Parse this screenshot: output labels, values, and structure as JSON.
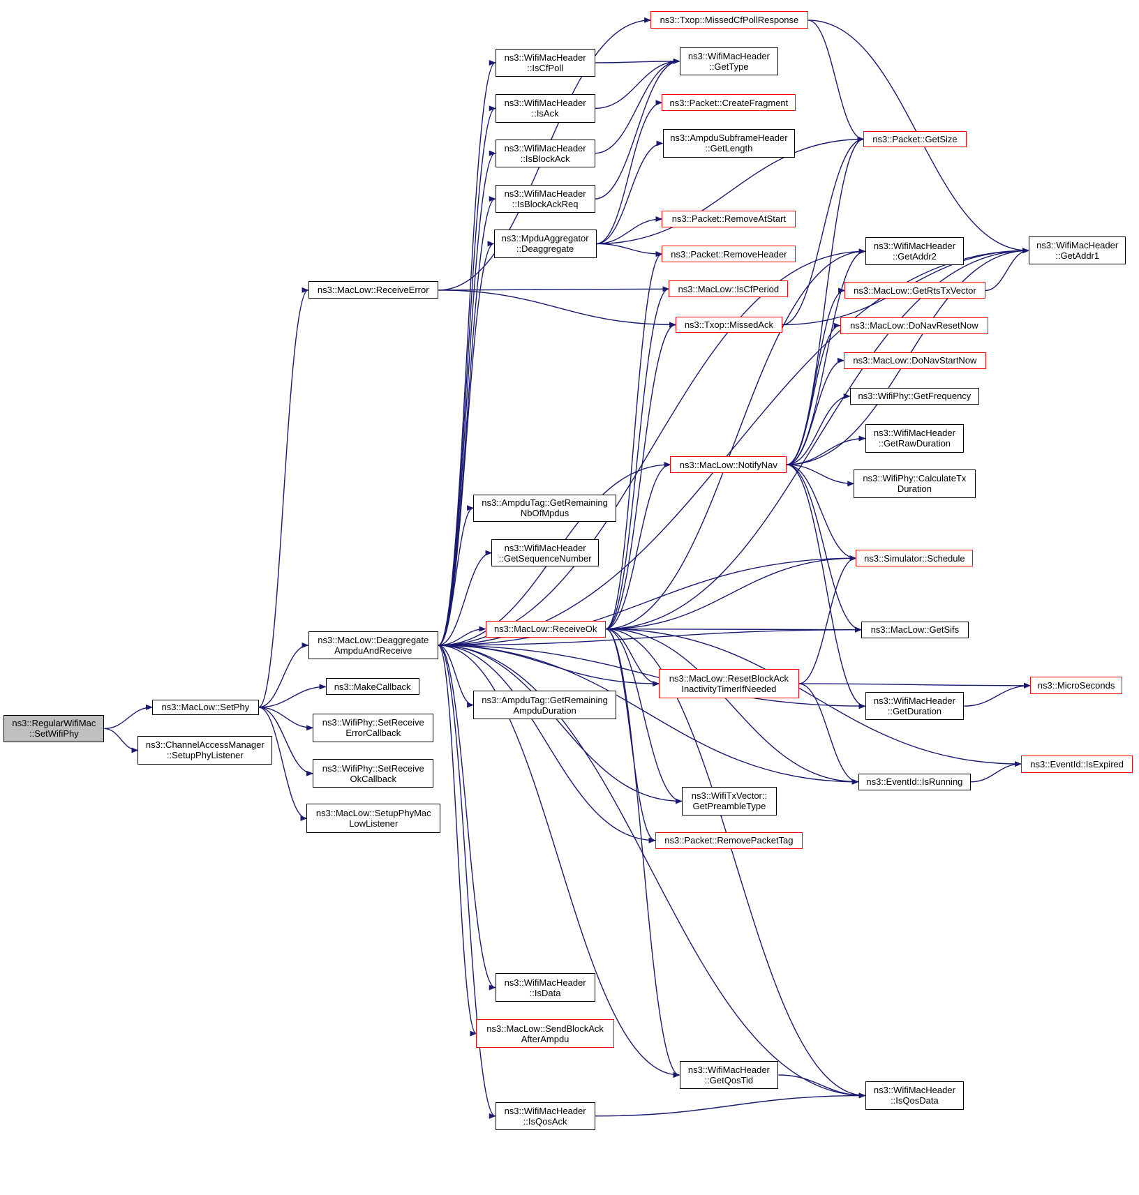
{
  "colors": {
    "edge": "#191970",
    "border_normal": "#000000",
    "border_external": "#ff0000",
    "root_fill": "#bfbfbf",
    "background": "#ffffff"
  },
  "nodes": [
    {
      "id": "root",
      "lines": [
        "ns3::RegularWifiMac",
        "::SetWifiPhy"
      ],
      "style": "root"
    },
    {
      "id": "setphy",
      "lines": [
        "ns3::MacLow::SetPhy"
      ],
      "style": "normal"
    },
    {
      "id": "setupphylistener",
      "lines": [
        "ns3::ChannelAccessManager",
        "::SetupPhyListener"
      ],
      "style": "normal"
    },
    {
      "id": "receiveerror",
      "lines": [
        "ns3::MacLow::ReceiveError"
      ],
      "style": "normal"
    },
    {
      "id": "deaggampdu",
      "lines": [
        "ns3::MacLow::Deaggregate",
        "AmpduAndReceive"
      ],
      "style": "normal"
    },
    {
      "id": "makecallback",
      "lines": [
        "ns3::MakeCallback"
      ],
      "style": "normal"
    },
    {
      "id": "setrecverrcb",
      "lines": [
        "ns3::WifiPhy::SetReceive",
        "ErrorCallback"
      ],
      "style": "normal"
    },
    {
      "id": "setrecvokcb",
      "lines": [
        "ns3::WifiPhy::SetReceive",
        "OkCallback"
      ],
      "style": "normal"
    },
    {
      "id": "setupphymaclow",
      "lines": [
        "ns3::MacLow::SetupPhyMac",
        "LowListener"
      ],
      "style": "normal"
    },
    {
      "id": "iscfpoll",
      "lines": [
        "ns3::WifiMacHeader",
        "::IsCfPoll"
      ],
      "style": "normal"
    },
    {
      "id": "isack",
      "lines": [
        "ns3::WifiMacHeader",
        "::IsAck"
      ],
      "style": "normal"
    },
    {
      "id": "isblockack",
      "lines": [
        "ns3::WifiMacHeader",
        "::IsBlockAck"
      ],
      "style": "normal"
    },
    {
      "id": "isblockackreq",
      "lines": [
        "ns3::WifiMacHeader",
        "::IsBlockAckReq"
      ],
      "style": "normal"
    },
    {
      "id": "mpduagg",
      "lines": [
        "ns3::MpduAggregator",
        "::Deaggregate"
      ],
      "style": "normal"
    },
    {
      "id": "getremnb",
      "lines": [
        "ns3::AmpduTag::GetRemaining",
        "NbOfMpdus"
      ],
      "style": "normal"
    },
    {
      "id": "getseqnum",
      "lines": [
        "ns3::WifiMacHeader",
        "::GetSequenceNumber"
      ],
      "style": "normal"
    },
    {
      "id": "receiveok",
      "lines": [
        "ns3::MacLow::ReceiveOk"
      ],
      "style": "red"
    },
    {
      "id": "getremdur",
      "lines": [
        "ns3::AmpduTag::GetRemaining",
        "AmpduDuration"
      ],
      "style": "normal"
    },
    {
      "id": "isdata",
      "lines": [
        "ns3::WifiMacHeader",
        "::IsData"
      ],
      "style": "normal"
    },
    {
      "id": "sendblockack",
      "lines": [
        "ns3::MacLow::SendBlockAck",
        "AfterAmpdu"
      ],
      "style": "red"
    },
    {
      "id": "isqosack",
      "lines": [
        "ns3::WifiMacHeader",
        "::IsQosAck"
      ],
      "style": "normal"
    },
    {
      "id": "missedcfpoll",
      "lines": [
        "ns3::Txop::MissedCfPollResponse"
      ],
      "style": "red"
    },
    {
      "id": "gettype",
      "lines": [
        "ns3::WifiMacHeader",
        "::GetType"
      ],
      "style": "normal"
    },
    {
      "id": "createfrag",
      "lines": [
        "ns3::Packet::CreateFragment"
      ],
      "style": "red"
    },
    {
      "id": "getlength",
      "lines": [
        "ns3::AmpduSubframeHeader",
        "::GetLength"
      ],
      "style": "normal"
    },
    {
      "id": "removeatstart",
      "lines": [
        "ns3::Packet::RemoveAtStart"
      ],
      "style": "red"
    },
    {
      "id": "removeheader",
      "lines": [
        "ns3::Packet::RemoveHeader"
      ],
      "style": "red"
    },
    {
      "id": "iscfperiod",
      "lines": [
        "ns3::MacLow::IsCfPeriod"
      ],
      "style": "red"
    },
    {
      "id": "missedack",
      "lines": [
        "ns3::Txop::MissedAck"
      ],
      "style": "red"
    },
    {
      "id": "notifynav",
      "lines": [
        "ns3::MacLow::NotifyNav"
      ],
      "style": "red"
    },
    {
      "id": "resetblockack",
      "lines": [
        "ns3::MacLow::ResetBlockAck",
        "InactivityTimerIfNeeded"
      ],
      "style": "red"
    },
    {
      "id": "getpreamble",
      "lines": [
        "ns3::WifiTxVector::",
        "GetPreambleType"
      ],
      "style": "normal"
    },
    {
      "id": "removepackettag",
      "lines": [
        "ns3::Packet::RemovePacketTag"
      ],
      "style": "red"
    },
    {
      "id": "getqostid",
      "lines": [
        "ns3::WifiMacHeader",
        "::GetQosTid"
      ],
      "style": "normal"
    },
    {
      "id": "packetgetsize",
      "lines": [
        "ns3::Packet::GetSize"
      ],
      "style": "red"
    },
    {
      "id": "getaddr2",
      "lines": [
        "ns3::WifiMacHeader",
        "::GetAddr2"
      ],
      "style": "normal"
    },
    {
      "id": "getrtstxvec",
      "lines": [
        "ns3::MacLow::GetRtsTxVector"
      ],
      "style": "red"
    },
    {
      "id": "donavreset",
      "lines": [
        "ns3::MacLow::DoNavResetNow"
      ],
      "style": "red"
    },
    {
      "id": "donavstart",
      "lines": [
        "ns3::MacLow::DoNavStartNow"
      ],
      "style": "red"
    },
    {
      "id": "getfreq",
      "lines": [
        "ns3::WifiPhy::GetFrequency"
      ],
      "style": "normal"
    },
    {
      "id": "getrawdur",
      "lines": [
        "ns3::WifiMacHeader",
        "::GetRawDuration"
      ],
      "style": "normal"
    },
    {
      "id": "calctxdur",
      "lines": [
        "ns3::WifiPhy::CalculateTx",
        "Duration"
      ],
      "style": "normal"
    },
    {
      "id": "schedule",
      "lines": [
        "ns3::Simulator::Schedule"
      ],
      "style": "red"
    },
    {
      "id": "getsifs",
      "lines": [
        "ns3::MacLow::GetSifs"
      ],
      "style": "normal"
    },
    {
      "id": "getduration",
      "lines": [
        "ns3::WifiMacHeader",
        "::GetDuration"
      ],
      "style": "normal"
    },
    {
      "id": "isrunning",
      "lines": [
        "ns3::EventId::IsRunning"
      ],
      "style": "normal"
    },
    {
      "id": "isqosdata",
      "lines": [
        "ns3::WifiMacHeader",
        "::IsQosData"
      ],
      "style": "normal"
    },
    {
      "id": "getaddr1",
      "lines": [
        "ns3::WifiMacHeader",
        "::GetAddr1"
      ],
      "style": "normal"
    },
    {
      "id": "microseconds",
      "lines": [
        "ns3::MicroSeconds"
      ],
      "style": "red"
    },
    {
      "id": "isexpired",
      "lines": [
        "ns3::EventId::IsExpired"
      ],
      "style": "red"
    }
  ],
  "edges": [
    [
      "root",
      "setphy"
    ],
    [
      "root",
      "setupphylistener"
    ],
    [
      "setphy",
      "receiveerror"
    ],
    [
      "setphy",
      "deaggampdu"
    ],
    [
      "setphy",
      "makecallback"
    ],
    [
      "setphy",
      "setrecverrcb"
    ],
    [
      "setphy",
      "setrecvokcb"
    ],
    [
      "setphy",
      "setupphymaclow"
    ],
    [
      "receiveerror",
      "missedcfpoll"
    ],
    [
      "receiveerror",
      "iscfperiod"
    ],
    [
      "receiveerror",
      "missedack"
    ],
    [
      "deaggampdu",
      "iscfpoll"
    ],
    [
      "deaggampdu",
      "isack"
    ],
    [
      "deaggampdu",
      "isblockack"
    ],
    [
      "deaggampdu",
      "isblockackreq"
    ],
    [
      "deaggampdu",
      "mpduagg"
    ],
    [
      "deaggampdu",
      "getremnb"
    ],
    [
      "deaggampdu",
      "getseqnum"
    ],
    [
      "deaggampdu",
      "receiveok"
    ],
    [
      "deaggampdu",
      "getremdur"
    ],
    [
      "deaggampdu",
      "isdata"
    ],
    [
      "deaggampdu",
      "sendblockack"
    ],
    [
      "deaggampdu",
      "isqosack"
    ],
    [
      "deaggampdu",
      "getqostid"
    ],
    [
      "deaggampdu",
      "isqosdata"
    ],
    [
      "deaggampdu",
      "getpreamble"
    ],
    [
      "deaggampdu",
      "removepackettag"
    ],
    [
      "deaggampdu",
      "resetblockack"
    ],
    [
      "deaggampdu",
      "notifynav"
    ],
    [
      "deaggampdu",
      "getaddr1"
    ],
    [
      "deaggampdu",
      "getaddr2"
    ],
    [
      "deaggampdu",
      "schedule"
    ],
    [
      "deaggampdu",
      "getsifs"
    ],
    [
      "deaggampdu",
      "isrunning"
    ],
    [
      "deaggampdu",
      "getduration"
    ],
    [
      "iscfpoll",
      "gettype"
    ],
    [
      "isack",
      "gettype"
    ],
    [
      "isblockack",
      "gettype"
    ],
    [
      "isblockackreq",
      "gettype"
    ],
    [
      "mpduagg",
      "createfrag"
    ],
    [
      "mpduagg",
      "getlength"
    ],
    [
      "mpduagg",
      "removeatstart"
    ],
    [
      "mpduagg",
      "removeheader"
    ],
    [
      "mpduagg",
      "packetgetsize"
    ],
    [
      "missedcfpoll",
      "packetgetsize"
    ],
    [
      "missedcfpoll",
      "getaddr1"
    ],
    [
      "missedack",
      "packetgetsize"
    ],
    [
      "missedack",
      "getaddr1"
    ],
    [
      "receiveok",
      "notifynav"
    ],
    [
      "receiveok",
      "schedule"
    ],
    [
      "receiveok",
      "getsifs"
    ],
    [
      "receiveok",
      "resetblockack"
    ],
    [
      "receiveok",
      "getpreamble"
    ],
    [
      "receiveok",
      "removepackettag"
    ],
    [
      "receiveok",
      "getqostid"
    ],
    [
      "receiveok",
      "isqosdata"
    ],
    [
      "receiveok",
      "isrunning"
    ],
    [
      "receiveok",
      "isexpired"
    ],
    [
      "receiveok",
      "getaddr1"
    ],
    [
      "receiveok",
      "getaddr2"
    ],
    [
      "receiveok",
      "removeheader"
    ],
    [
      "receiveok",
      "iscfperiod"
    ],
    [
      "receiveok",
      "missedack"
    ],
    [
      "notifynav",
      "getaddr2"
    ],
    [
      "notifynav",
      "getrtstxvec"
    ],
    [
      "notifynav",
      "donavreset"
    ],
    [
      "notifynav",
      "donavstart"
    ],
    [
      "notifynav",
      "getfreq"
    ],
    [
      "notifynav",
      "getrawdur"
    ],
    [
      "notifynav",
      "calctxdur"
    ],
    [
      "notifynav",
      "schedule"
    ],
    [
      "notifynav",
      "getsifs"
    ],
    [
      "notifynav",
      "getduration"
    ],
    [
      "notifynav",
      "getaddr1"
    ],
    [
      "notifynav",
      "packetgetsize"
    ],
    [
      "getrtstxvec",
      "getaddr1"
    ],
    [
      "resetblockack",
      "schedule"
    ],
    [
      "resetblockack",
      "microseconds"
    ],
    [
      "resetblockack",
      "isrunning"
    ],
    [
      "getduration",
      "microseconds"
    ],
    [
      "isrunning",
      "isexpired"
    ],
    [
      "getqostid",
      "isqosdata"
    ],
    [
      "isqosack",
      "isqosdata"
    ]
  ]
}
